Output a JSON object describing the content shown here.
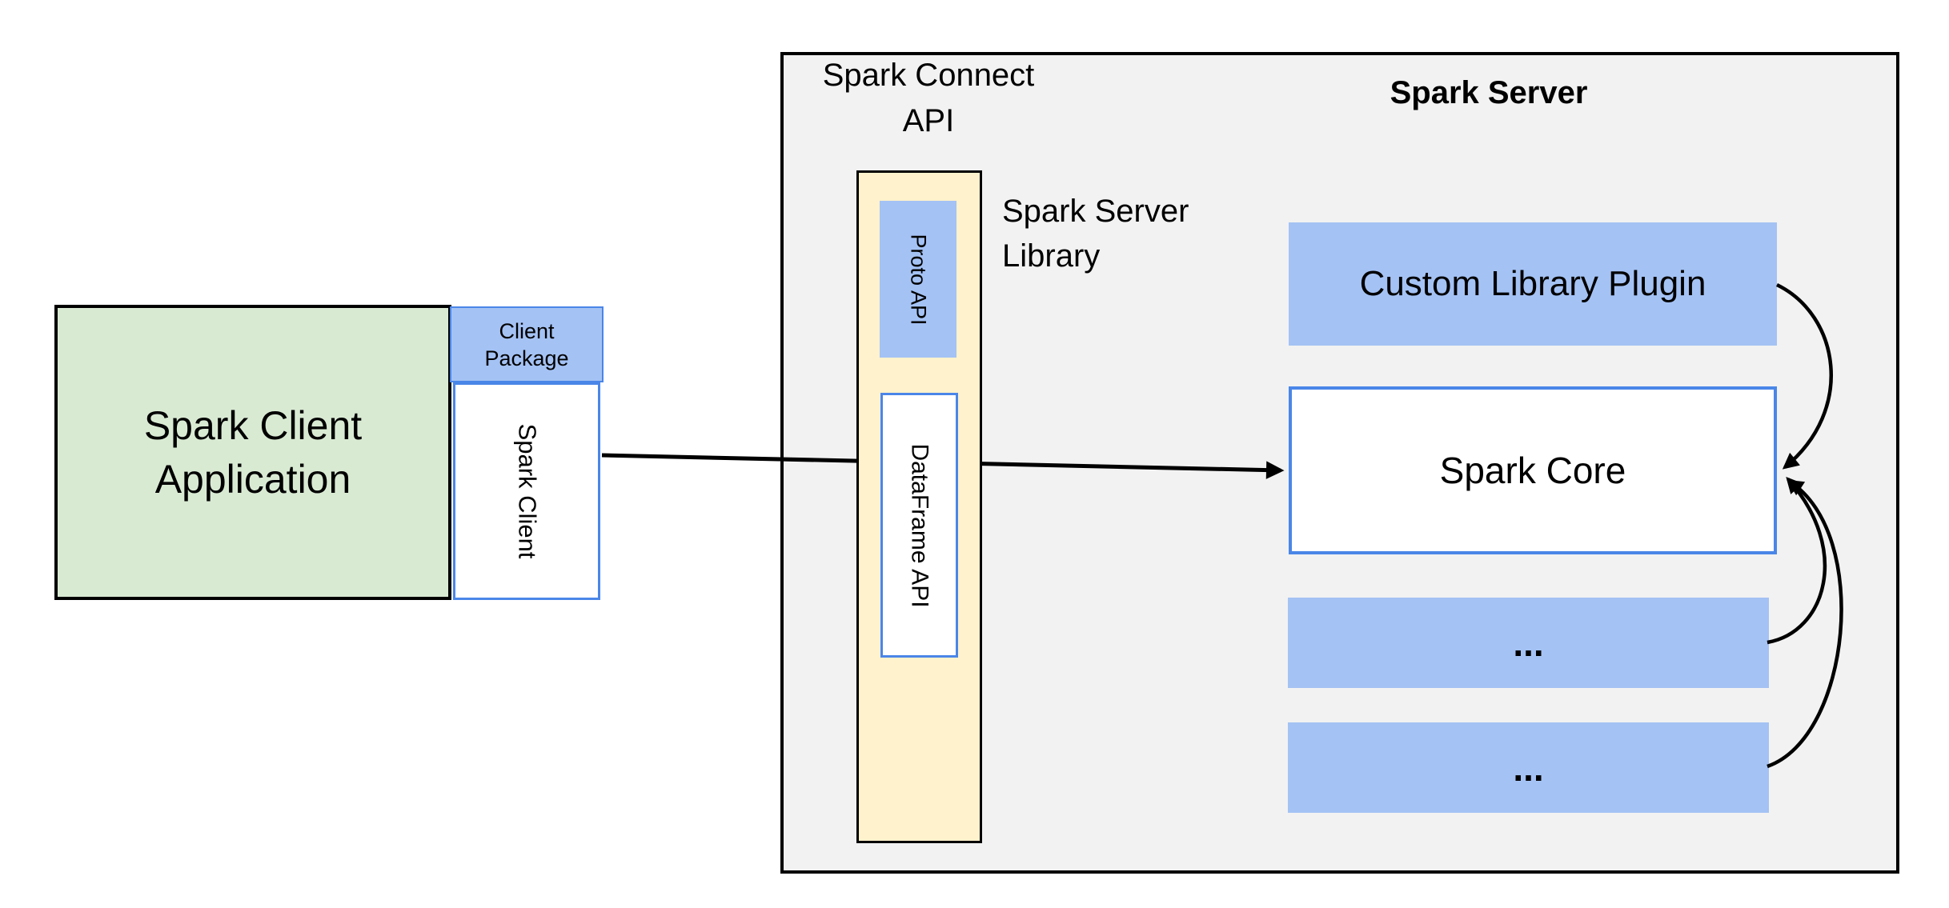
{
  "colors": {
    "green-fill": "#d9ead3",
    "blue-fill": "#a4c2f4",
    "yellow-fill": "#fff2cc",
    "gray-fill": "#f2f2f2",
    "blue-border": "#4a86e8",
    "line-color": "#000000"
  },
  "client": {
    "app_label_lines": [
      "Spark Client",
      "Application"
    ],
    "package_label_lines": [
      "Client",
      "Package"
    ],
    "spark_client_label": "Spark Client"
  },
  "connect": {
    "api_label_lines": [
      "Spark Connect",
      "API"
    ],
    "proto_api_label": "Proto API",
    "dataframe_api_label": "DataFrame API",
    "server_library_lines": [
      "Spark Server",
      "Library"
    ]
  },
  "server": {
    "title": "Spark Server",
    "plugin_label": "Custom Library Plugin",
    "core_label": "Spark Core",
    "slot1_label": "...",
    "slot2_label": "..."
  }
}
